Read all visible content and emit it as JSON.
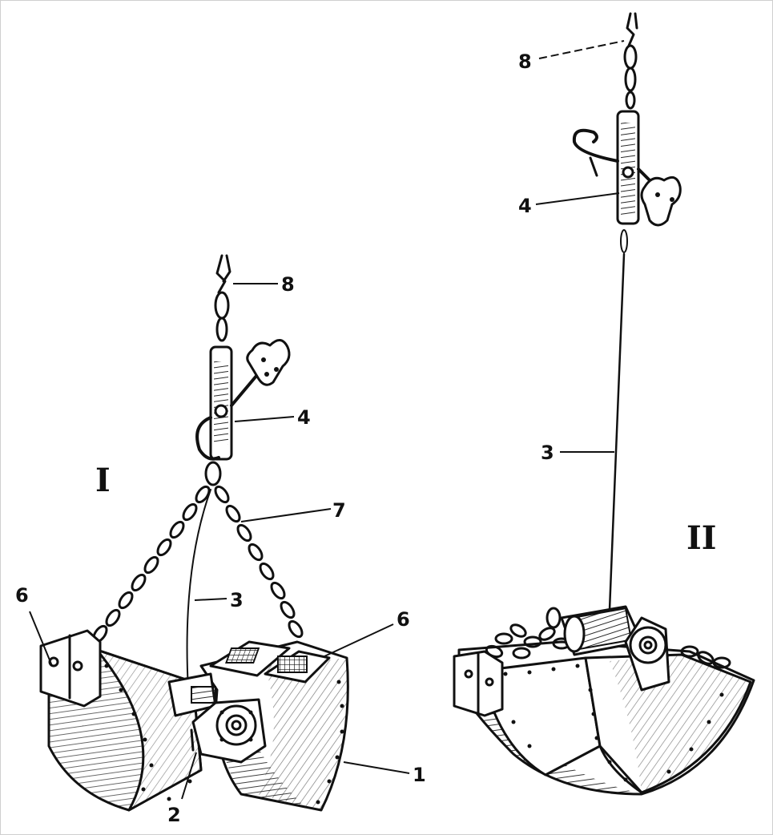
{
  "figures": {
    "left": {
      "numeral": "I",
      "callouts": [
        "8",
        "4",
        "7",
        "3",
        "6",
        "6",
        "1",
        "2"
      ]
    },
    "right": {
      "numeral": "II",
      "callouts": [
        "8",
        "4",
        "3"
      ]
    }
  },
  "colors": {
    "ink": "#111111",
    "paper": "#ffffff"
  }
}
